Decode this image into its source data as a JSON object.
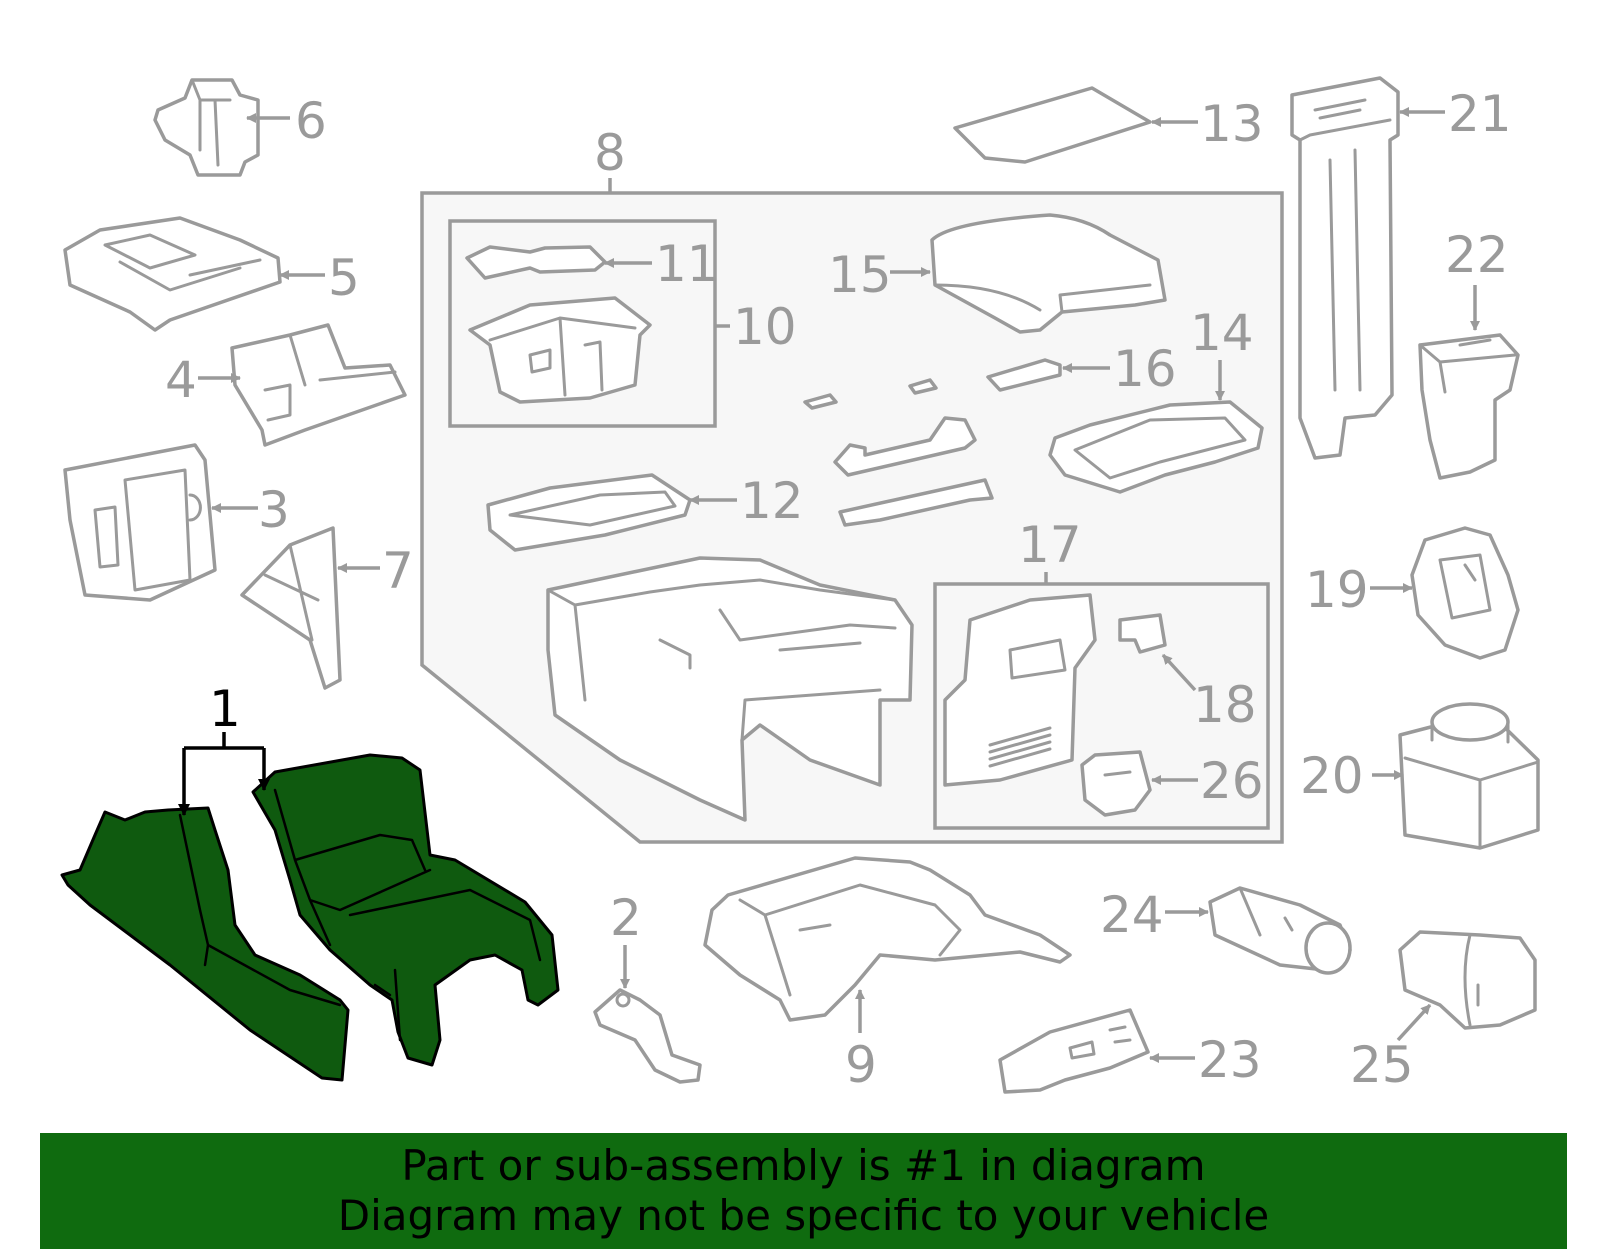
{
  "diagram": {
    "callouts": {
      "c1": "1",
      "c2": "2",
      "c3": "3",
      "c4": "4",
      "c5": "5",
      "c6": "6",
      "c7": "7",
      "c8": "8",
      "c9": "9",
      "c10": "10",
      "c11": "11",
      "c12": "12",
      "c13": "13",
      "c14": "14",
      "c15": "15",
      "c16": "16",
      "c17": "17",
      "c18": "18",
      "c19": "19",
      "c20": "20",
      "c21": "21",
      "c22": "22",
      "c23": "23",
      "c24": "24",
      "c25": "25",
      "c26": "26"
    },
    "highlight_color": "#0f5a0f",
    "outline_color": "#9a9a9a"
  },
  "banner": {
    "line1": "Part or sub-assembly is #1 in diagram",
    "line2": "Diagram may not be specific to your vehicle",
    "background": "#0f6b0f"
  }
}
